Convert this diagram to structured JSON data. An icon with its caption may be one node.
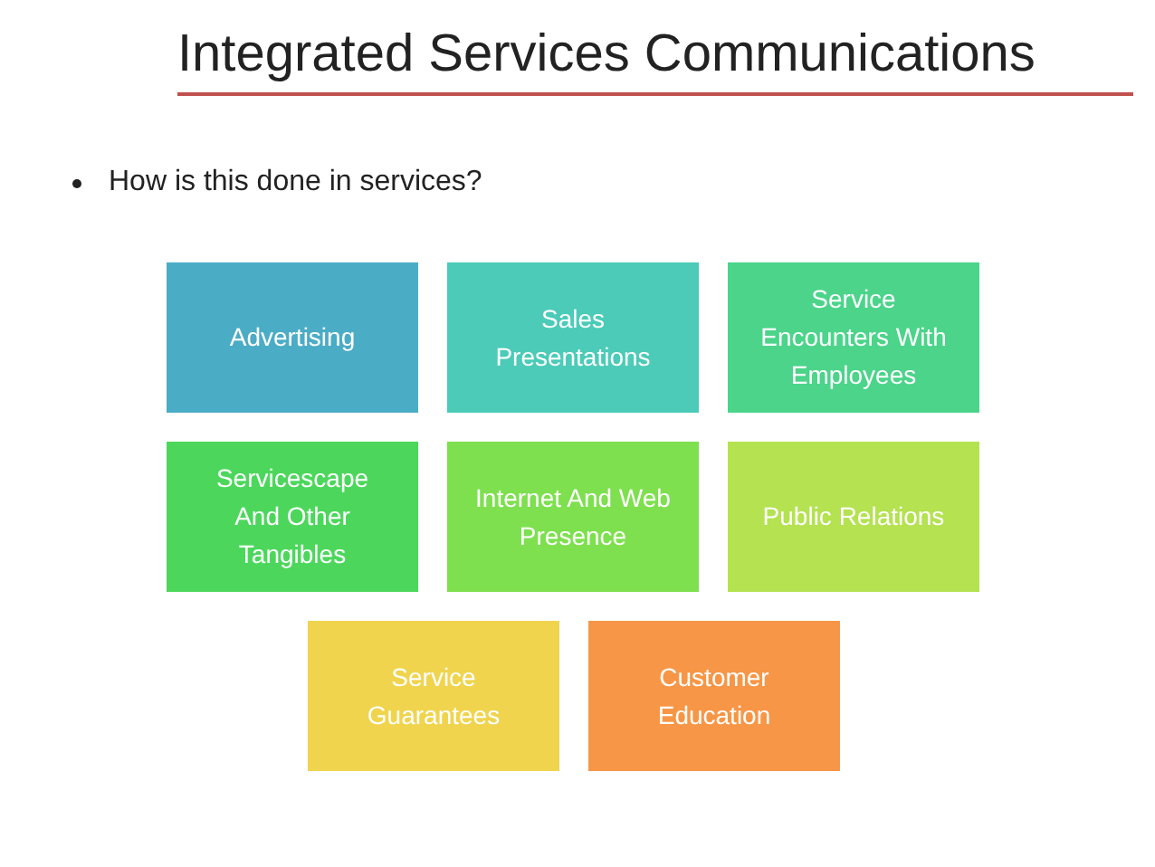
{
  "diagram": {
    "title": "Integrated Services Communications",
    "nodes": [
      {
        "text": [
          "Advertising"
        ]
      },
      {
        "text": [
          "Sales Presentations"
        ]
      },
      {
        "text": [
          "Service Encounters With Employees"
        ]
      },
      {
        "text": [
          "Servicescape And Other Tangibles"
        ]
      },
      {
        "text": [
          "Internet And Web Presence"
        ]
      },
      {
        "text": [
          "Public Relations"
        ]
      },
      {
        "text": [
          "Service Guarantees"
        ]
      },
      {
        "text": [
          "Customer Education"
        ]
      }
    ],
    "labels": [
      "How is this done in services?"
    ]
  }
}
